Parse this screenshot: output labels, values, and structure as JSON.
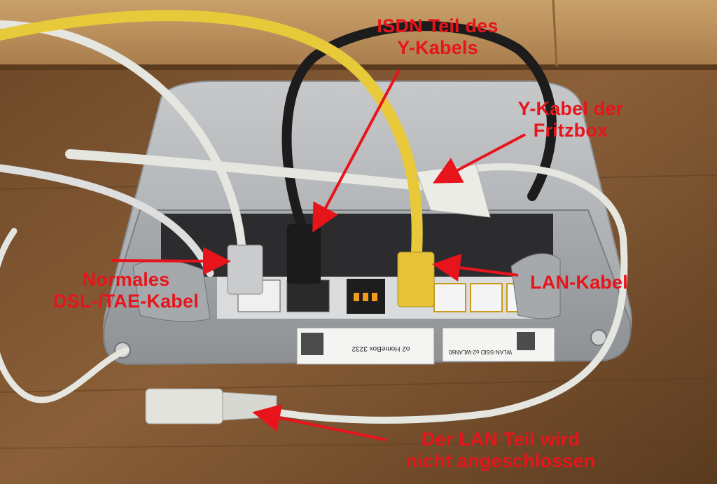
{
  "annotations": {
    "isdn": [
      "ISDN Teil des",
      "Y-Kabels"
    ],
    "ykabel": [
      "Y-Kabel der",
      "Fritzbox"
    ],
    "dsl": [
      "Normales",
      "DSL-/TAE-Kabel"
    ],
    "lan": [
      "LAN-Kabel"
    ],
    "lan_part": [
      "Der LAN Teil wird",
      "nicht angeschlossen"
    ]
  },
  "device_label": {
    "model": "o2 HomeBox 3232",
    "wlan": "WLAN-SSID o2-WLAN60"
  },
  "colors": {
    "annotation_text": "#e8141b",
    "arrow": "#e8141b",
    "router_body": "#b9bcbe",
    "floor": "#7a5433",
    "yellow_cable": "#e8c93a",
    "white_cable": "#e6e6e0",
    "black_cable": "#1c1c1c"
  }
}
